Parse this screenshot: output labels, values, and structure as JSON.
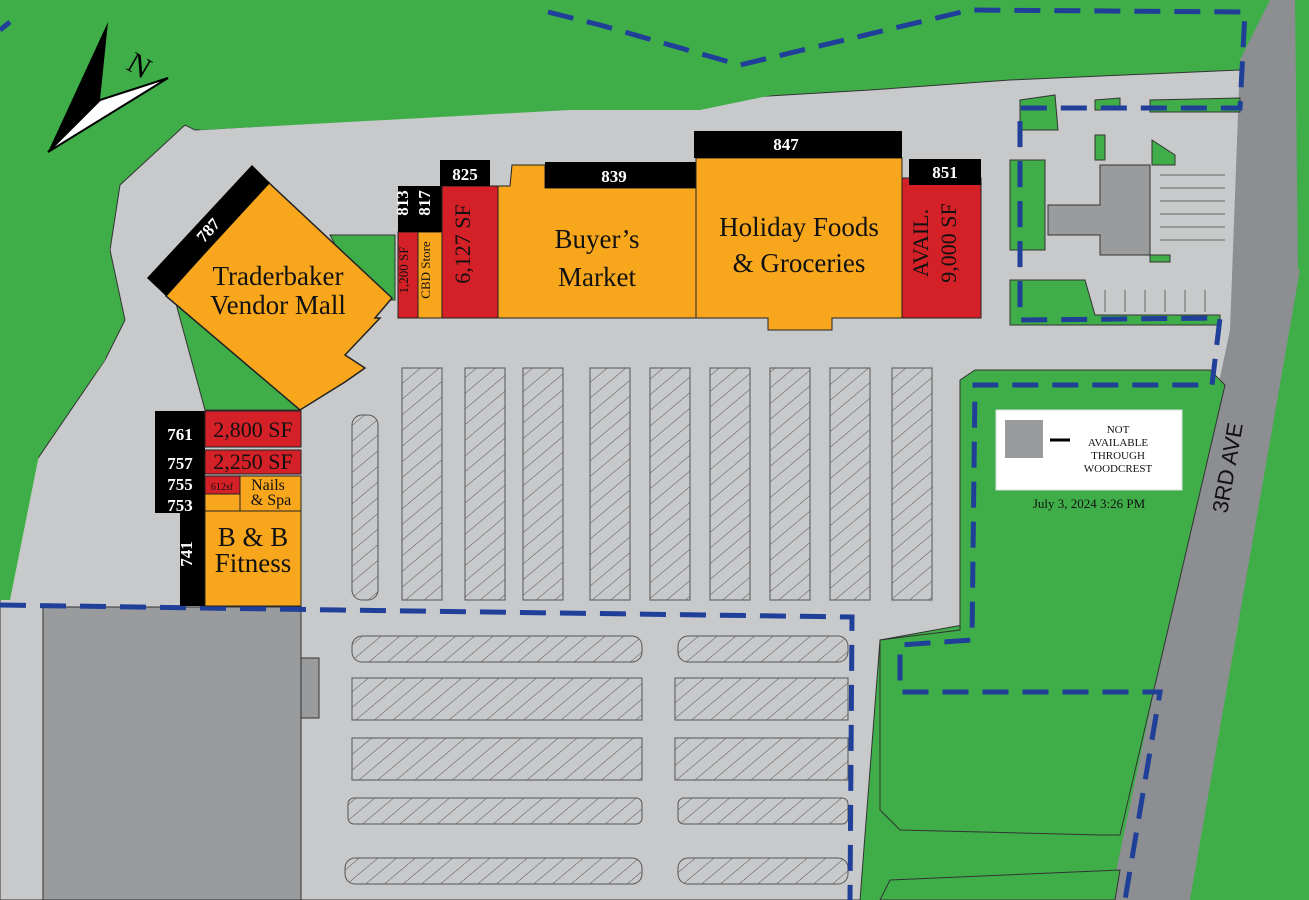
{
  "colors": {
    "grass": "#3fae49",
    "pavement": "#c8c9cb",
    "road": "#8c8e91",
    "available": "#d42027",
    "leased": "#f8a71d",
    "unit_tag": "#000000",
    "boundary": "#1f3f99",
    "not_available": "#9a9b9d"
  },
  "compass": {
    "label": "N"
  },
  "road": {
    "name": "3RD AVE"
  },
  "units": {
    "u787": {
      "number": "787",
      "name_line1": "Traderbaker",
      "name_line2": "Vendor Mall",
      "status": "leased"
    },
    "u813": {
      "number": "813",
      "size": "1,200 SF",
      "status": "available"
    },
    "u817": {
      "number": "817",
      "name": "CBD Store",
      "status": "leased"
    },
    "u825": {
      "number": "825",
      "size": "6,127 SF",
      "status": "available"
    },
    "u839": {
      "number": "839",
      "name_line1": "Buyer’s",
      "name_line2": "Market",
      "status": "leased"
    },
    "u847": {
      "number": "847",
      "name_line1": "Holiday Foods",
      "name_line2": "& Groceries",
      "status": "leased"
    },
    "u851": {
      "number": "851",
      "size_line1": "AVAIL.",
      "size_line2": "9,000 SF",
      "status": "available"
    },
    "u761": {
      "number": "761",
      "size": "2,800 SF",
      "status": "available"
    },
    "u757": {
      "number": "757",
      "size": "2,250 SF",
      "status": "available"
    },
    "u755": {
      "number": "755",
      "size": "612sf",
      "status": "available"
    },
    "u753": {
      "number": "753",
      "name_line1": "Nails",
      "name_line2": "& Spa",
      "status": "leased"
    },
    "u741": {
      "number": "741",
      "name_line1": "B & B",
      "name_line2": "Fitness",
      "status": "leased"
    }
  },
  "legend": {
    "line1": "NOT",
    "line2": "AVAILABLE",
    "line3": "THROUGH",
    "line4": "WOODCREST",
    "swatch_icon": "gray-square-icon"
  },
  "timestamp": "July 3, 2024 3:26 PM"
}
